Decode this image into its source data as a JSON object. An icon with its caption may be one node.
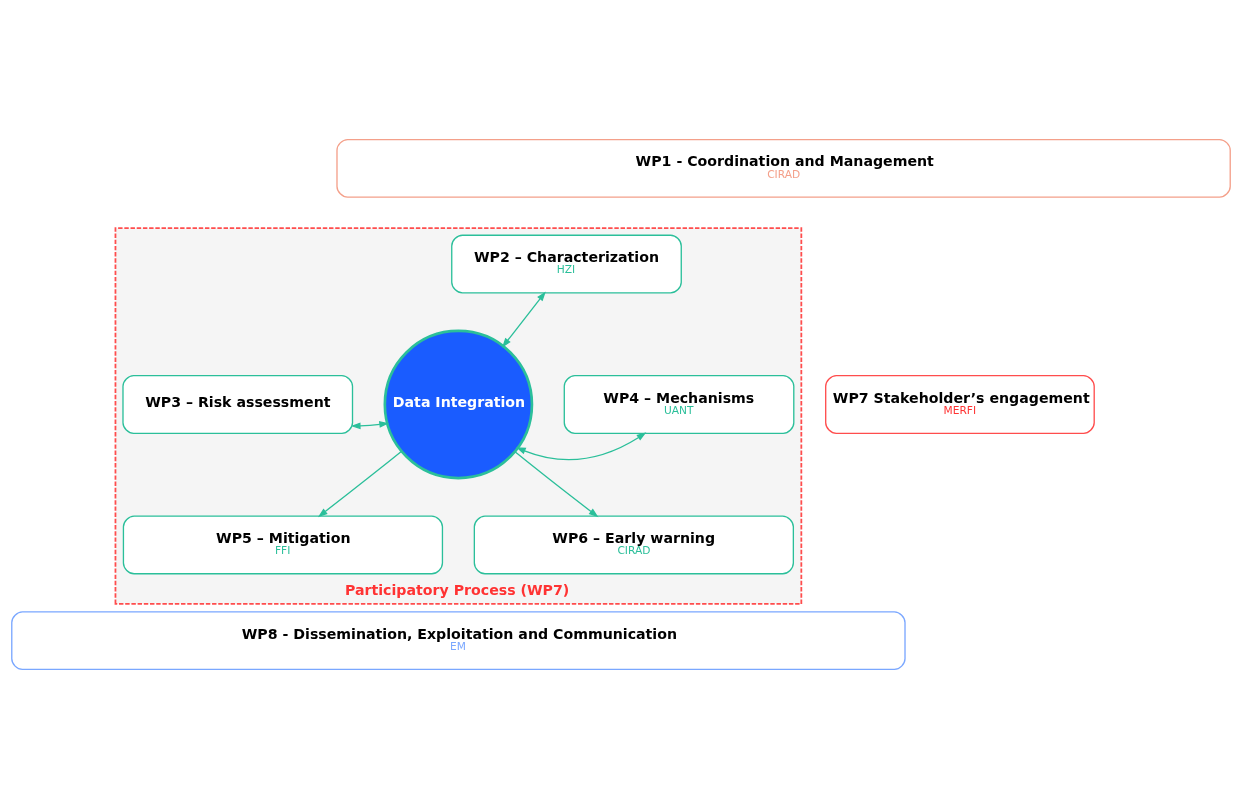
{
  "diagram": {
    "nodes": [
      {
        "text": [
          "WP1 - Coordination and Management",
          "CIRAD"
        ]
      },
      {
        "text": [
          "WP7 Stakeholder’s engagement",
          "MERFI"
        ]
      },
      {
        "text": [
          "Participatory Process (WP7)"
        ]
      },
      {
        "text": [
          "WP2 – Characterization",
          "HZI"
        ],
        "in": 2
      },
      {
        "text": [
          "WP3 – Risk assessment"
        ],
        "in": 2
      },
      {
        "text": [
          "Data Integration"
        ],
        "in": 2
      },
      {
        "text": [
          "WP4 – Mechanisms",
          "UANT"
        ],
        "in": 2
      },
      {
        "text": [
          "WP5 – Mitigation",
          "FFI"
        ],
        "in": 2
      },
      {
        "text": [
          "WP6 – Early warning",
          "CIRAD"
        ],
        "in": 2
      },
      {
        "text": [
          "WP8 - Dissemination, Exploitation and Communication",
          "EM"
        ]
      }
    ],
    "edges": [
      {
        "from": 3,
        "to": 5,
        "arrow": "both"
      },
      {
        "from": 4,
        "to": 5,
        "arrow": "both"
      },
      {
        "from": 5,
        "to": 6,
        "arrow": "both"
      },
      {
        "from": 5,
        "to": 7,
        "arrow": "to"
      },
      {
        "from": 5,
        "to": 8,
        "arrow": "to"
      }
    ]
  }
}
